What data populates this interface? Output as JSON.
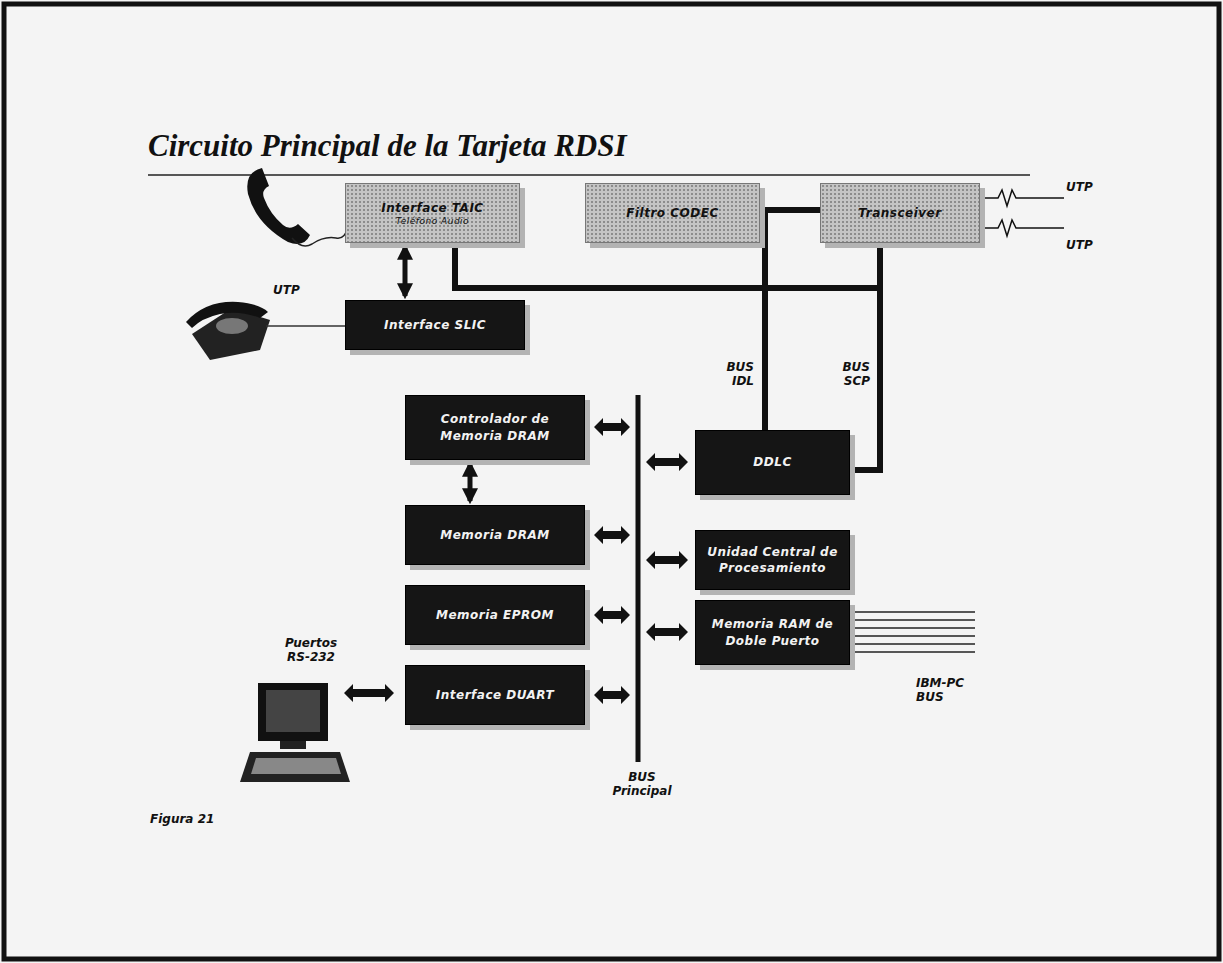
{
  "diagram": {
    "title": "Circuito Principal de la Tarjeta RDSI",
    "caption": "Figura 21",
    "nodes": [
      {
        "text": [
          "Interface TAIC",
          "Teléfono Audio"
        ]
      },
      {
        "text": [
          "Filtro CODEC"
        ]
      },
      {
        "text": [
          "Transceiver"
        ]
      },
      {
        "text": [
          "Interface SLIC"
        ]
      },
      {
        "text": [
          "Controlador de Memoria DRAM"
        ]
      },
      {
        "text": [
          "Memoria DRAM"
        ]
      },
      {
        "text": [
          "Memoria EPROM"
        ]
      },
      {
        "text": [
          "Interface DUART"
        ]
      },
      {
        "text": [
          "DDLC"
        ]
      },
      {
        "text": [
          "Unidad Central de Procesamiento"
        ]
      },
      {
        "text": [
          "Memoria RAM de Doble Puerto"
        ]
      }
    ],
    "edges": [
      {
        "from": 0,
        "to": 3,
        "arrow": "both"
      },
      {
        "from": 0,
        "to": 2,
        "arrow": "none"
      },
      {
        "from": 1,
        "to": 2,
        "arrow": "none"
      },
      {
        "from": 1,
        "to": 8,
        "arrow": "none"
      },
      {
        "from": 2,
        "to": 8,
        "arrow": "none"
      },
      {
        "from": 4,
        "to": 5,
        "arrow": "both"
      }
    ],
    "labels": [
      "UTP",
      "UTP",
      "UTP",
      "BUS IDL",
      "BUS SCP",
      "Puertos RS-232",
      "IBM-PC BUS",
      "BUS Principal"
    ]
  }
}
